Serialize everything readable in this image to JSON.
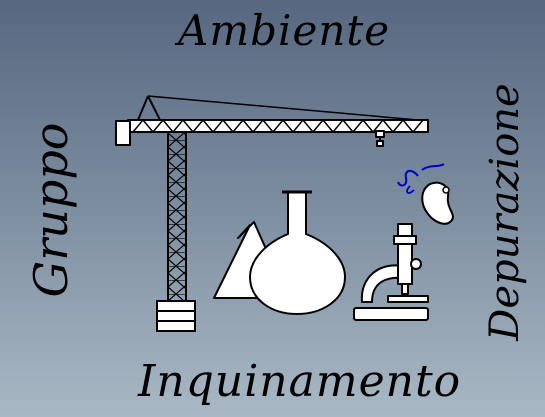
{
  "words": {
    "top": "Ambiente",
    "bottom": "Inquinamento",
    "left": "Gruppo",
    "right": "Depurazione"
  },
  "colors": {
    "background_top": "#56677f",
    "background_bottom": "#a9b8c4",
    "ink": "#000000",
    "fill": "#ffffff",
    "accent": "#0000cc"
  },
  "icons": [
    "crane-icon",
    "flask-icon",
    "triangle-shape-icon",
    "microscope-icon",
    "microorganism-icon"
  ]
}
